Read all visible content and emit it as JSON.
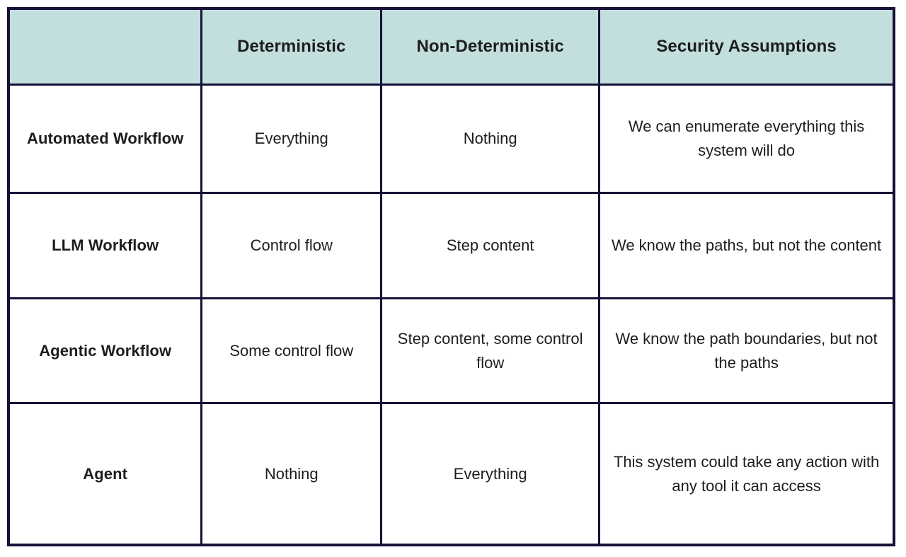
{
  "table": {
    "caption": "",
    "colors": {
      "header_background": "#c3dfdd",
      "border": "#171139",
      "cell_background": "#ffffff",
      "text": "#1d1d1d"
    },
    "columns": [
      {
        "key": "category",
        "label": ""
      },
      {
        "key": "deterministic",
        "label": "Deterministic"
      },
      {
        "key": "non_deterministic",
        "label": "Non-Deterministic"
      },
      {
        "key": "security_assumptions",
        "label": "Security Assumptions"
      }
    ],
    "rows": [
      {
        "label": "Automated Workflow",
        "deterministic": "Everything",
        "non_deterministic": "Nothing",
        "security_assumptions": "We can enumerate everything this system will do"
      },
      {
        "label": "LLM Workflow",
        "deterministic": "Control flow",
        "non_deterministic": "Step content",
        "security_assumptions": "We know the paths, but not the content"
      },
      {
        "label": "Agentic Workflow",
        "deterministic": "Some control flow",
        "non_deterministic": "Step content, some control flow",
        "security_assumptions": "We know the path boundaries, but not the paths"
      },
      {
        "label": "Agent",
        "deterministic": "Nothing",
        "non_deterministic": "Everything",
        "security_assumptions": "This system could take any action with any tool it can access"
      }
    ]
  }
}
